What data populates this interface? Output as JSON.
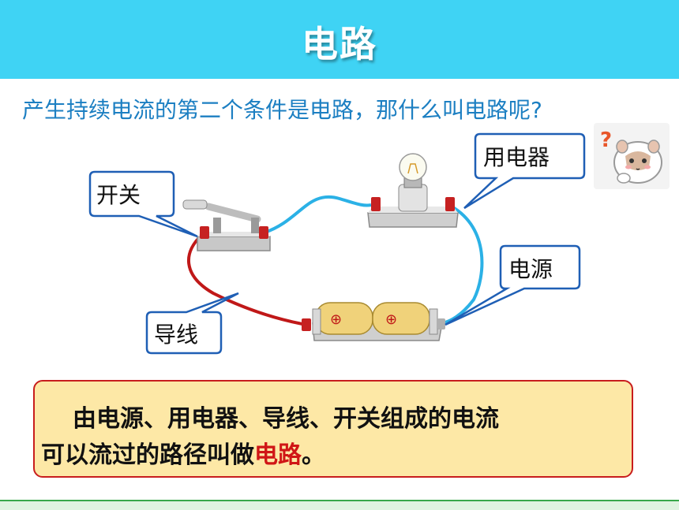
{
  "header": {
    "title": "电路",
    "bg_color": "#3fd3f4"
  },
  "question": "产生持续电流的第二个条件是电路，那什么叫电路呢?",
  "diagram": {
    "labels": {
      "switch": "开关",
      "appliance": "用电器",
      "power": "电源",
      "wire": "导线"
    },
    "battery_symbols": [
      "⊕",
      "⊕"
    ],
    "colors": {
      "wire_blue": "#2bb1e6",
      "wire_red": "#c01818",
      "callout_border": "#1f5fb5"
    }
  },
  "definition": {
    "line1": "由电源、用电器、导线、开关组成的电流",
    "line2_prefix": "可以流过的路径叫做",
    "line2_em": "电路",
    "line2_suffix": "。",
    "box_color": "#fde8a6",
    "border_color": "#c81d1d"
  },
  "decor": {
    "hamster_icon": "confused-hamster-icon",
    "question_mark": "?"
  }
}
